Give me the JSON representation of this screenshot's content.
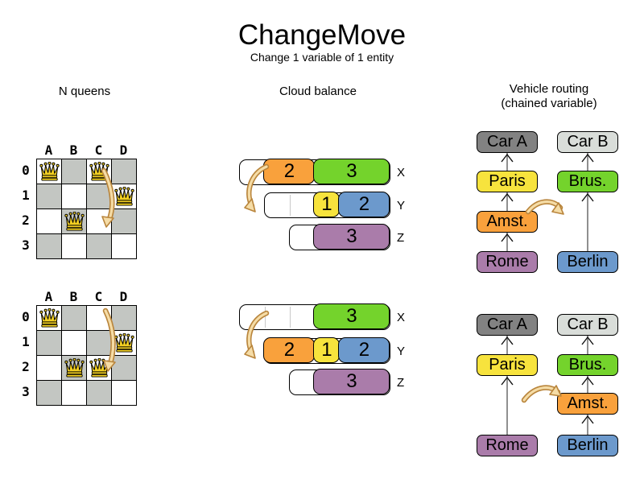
{
  "title": "ChangeMove",
  "subtitle": "Change 1 variable of 1 entity",
  "colors": {
    "orange": "#f9a13c",
    "green": "#74d32c",
    "yellow": "#f7e33d",
    "blue": "#6c99cc",
    "purple": "#aa7caa",
    "dark_gray": "#828282",
    "light_gray": "#d9ddd9",
    "board_dark": "#c3c6c2",
    "queen_gold": "#f2cf22",
    "arrow_light": "#f5dca6",
    "arrow_dark": "#b9853c",
    "chain_line": "#909090"
  },
  "sections": {
    "nqueens": {
      "label": "N queens",
      "column_labels": [
        "A",
        "B",
        "C",
        "D"
      ],
      "row_labels": [
        "0",
        "1",
        "2",
        "3"
      ],
      "before": {
        "queens": [
          "A0",
          "C0",
          "D1",
          "B2"
        ]
      },
      "after": {
        "queens": [
          "A0",
          "D1",
          "B2",
          "C2"
        ]
      }
    },
    "cloud": {
      "label": "Cloud balance",
      "before": [
        {
          "label": "X",
          "segments": [
            {
              "kind": "empty",
              "units": 1
            },
            {
              "kind": "process",
              "color": "orange",
              "value": "2",
              "units": 2
            },
            {
              "kind": "process",
              "color": "green",
              "value": "3",
              "units": 3
            }
          ]
        },
        {
          "label": "Y",
          "segments": [
            {
              "kind": "empty",
              "units": 2
            },
            {
              "kind": "process",
              "color": "yellow",
              "value": "1",
              "units": 1
            },
            {
              "kind": "process",
              "color": "blue",
              "value": "2",
              "units": 2
            }
          ]
        },
        {
          "label": "Z",
          "segments": [
            {
              "kind": "empty",
              "units": 1
            },
            {
              "kind": "process",
              "color": "purple",
              "value": "3",
              "units": 3
            }
          ]
        }
      ],
      "after": [
        {
          "label": "X",
          "segments": [
            {
              "kind": "empty",
              "units": 3
            },
            {
              "kind": "process",
              "color": "green",
              "value": "3",
              "units": 3
            }
          ]
        },
        {
          "label": "Y",
          "segments": [
            {
              "kind": "process",
              "color": "orange",
              "value": "2",
              "units": 2
            },
            {
              "kind": "process",
              "color": "yellow",
              "value": "1",
              "units": 1
            },
            {
              "kind": "process",
              "color": "blue",
              "value": "2",
              "units": 2
            }
          ]
        },
        {
          "label": "Z",
          "segments": [
            {
              "kind": "empty",
              "units": 1
            },
            {
              "kind": "process",
              "color": "purple",
              "value": "3",
              "units": 3
            }
          ]
        }
      ]
    },
    "vrp": {
      "label_line1": "Vehicle routing",
      "label_line2": "(chained variable)",
      "before": {
        "chains": [
          {
            "nodes": [
              {
                "label": "Car A",
                "color": "dark_gray",
                "row": 0
              },
              {
                "label": "Paris",
                "color": "yellow",
                "row": 1
              },
              {
                "label": "Amst.",
                "color": "orange",
                "row": 2
              },
              {
                "label": "Rome",
                "color": "purple",
                "row": 3
              }
            ]
          },
          {
            "nodes": [
              {
                "label": "Car B",
                "color": "light_gray",
                "row": 0
              },
              {
                "label": "Brus.",
                "color": "green",
                "row": 1
              },
              {
                "label": "Berlin",
                "color": "blue",
                "row": 3
              }
            ]
          }
        ]
      },
      "after": {
        "chains": [
          {
            "nodes": [
              {
                "label": "Car A",
                "color": "dark_gray",
                "row": 0
              },
              {
                "label": "Paris",
                "color": "yellow",
                "row": 1
              },
              {
                "label": "Rome",
                "color": "purple",
                "row": 3
              }
            ]
          },
          {
            "nodes": [
              {
                "label": "Car B",
                "color": "light_gray",
                "row": 0
              },
              {
                "label": "Brus.",
                "color": "green",
                "row": 1
              },
              {
                "label": "Amst.",
                "color": "orange",
                "row": 2
              },
              {
                "label": "Berlin",
                "color": "blue",
                "row": 3
              }
            ]
          }
        ]
      }
    }
  }
}
